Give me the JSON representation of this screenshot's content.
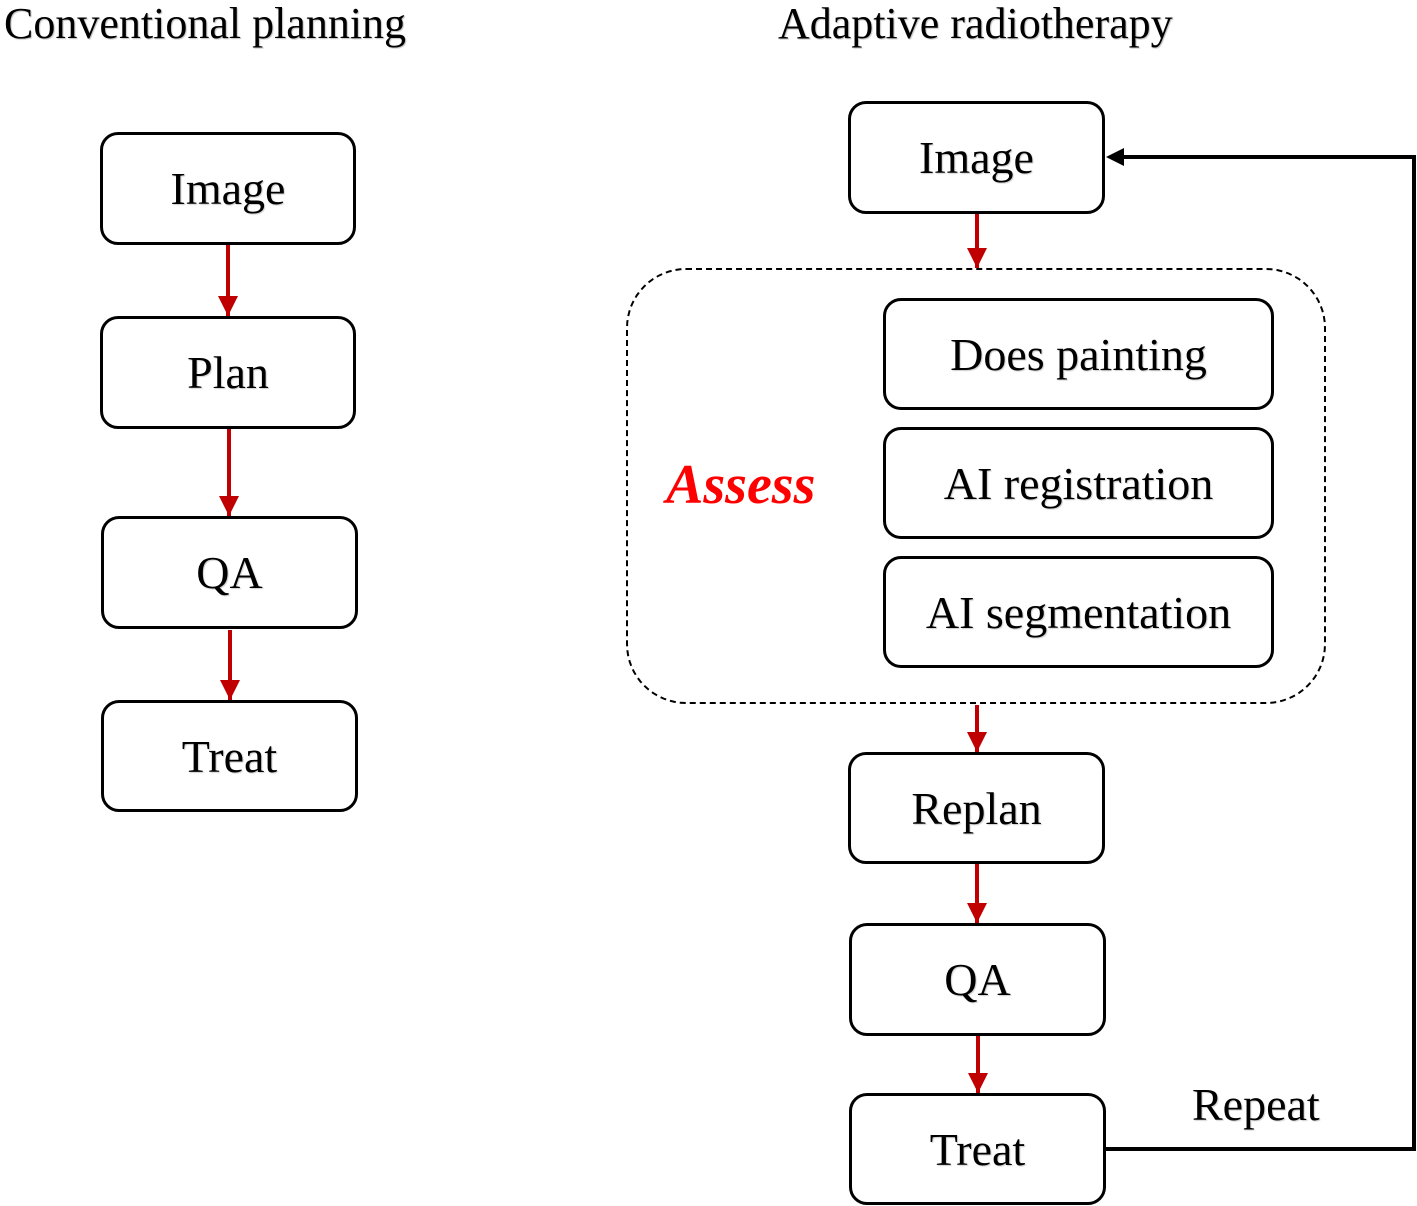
{
  "conventional": {
    "title": "Conventional planning",
    "steps": [
      "Image",
      "Plan",
      "QA",
      "Treat"
    ]
  },
  "adaptive": {
    "title": "Adaptive radiotherapy",
    "image": "Image",
    "assess": {
      "label": "Assess",
      "items": [
        "Does painting",
        "AI registration",
        "AI segmentation"
      ]
    },
    "replan": "Replan",
    "qa": "QA",
    "treat": "Treat",
    "repeat": "Repeat"
  },
  "colors": {
    "flow_arrow": "#c00000",
    "assess_label": "#ff0000",
    "loop_arrow": "#000000",
    "box_border": "#000000"
  }
}
